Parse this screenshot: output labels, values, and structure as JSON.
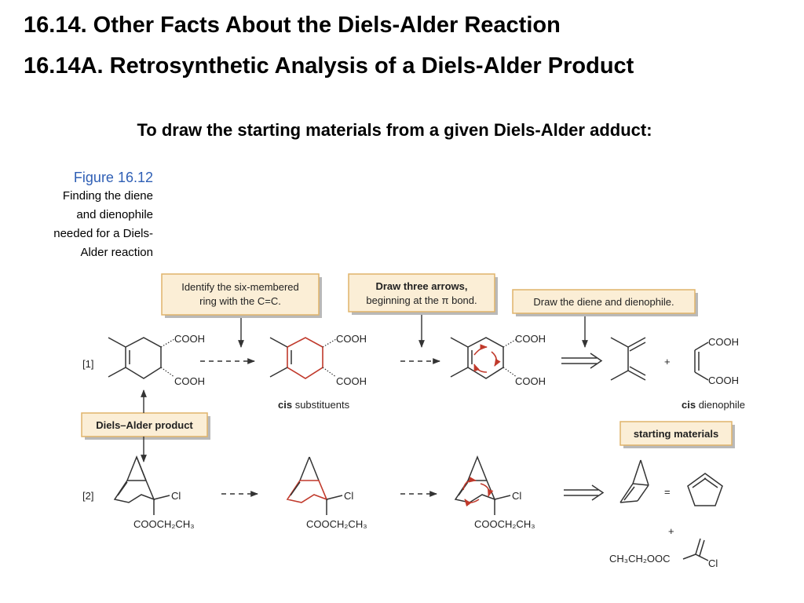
{
  "title1": "16.14. Other Facts About the Diels-Alder Reaction",
  "title2": "16.14A. Retrosynthetic Analysis of a Diels-Alder Product",
  "subtitle": "To draw the starting materials from a given Diels-Alder adduct:",
  "caption": {
    "figure": "Figure 16.12",
    "lines": [
      "Finding the diene",
      "and dienophile",
      "needed for a Diels-",
      "Alder reaction"
    ]
  },
  "boxes": {
    "identify": [
      "Identify the six-membered",
      "ring with the C=C."
    ],
    "arrows_bold": "Draw three arrows,",
    "arrows_rest": "beginning at the π bond.",
    "draw": "Draw the diene and dienophile.",
    "product": "Diels–Alder product",
    "starting": "starting materials"
  },
  "labels": {
    "row1": "[1]",
    "row2": "[2]",
    "cis1_bold": "cis",
    "cis1_rest": " substituents",
    "cis2_bold": "cis",
    "cis2_rest": " dienophile",
    "cooh": "COOH",
    "cl": "Cl",
    "ester": "COOCH₂CH₃",
    "ester2": "CH₃CH₂OOC",
    "plus": "+",
    "equals": "="
  }
}
